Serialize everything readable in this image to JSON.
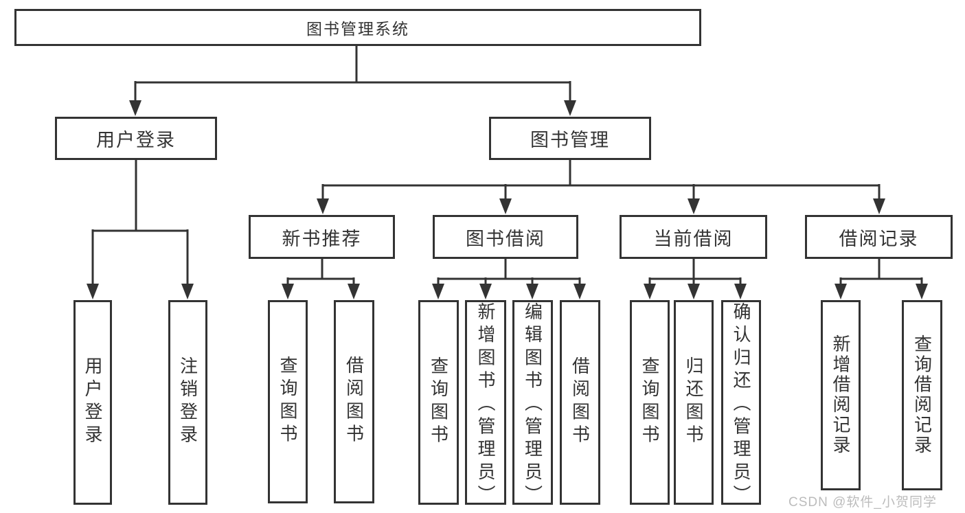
{
  "tree": {
    "root": {
      "label": "图书管理系统"
    },
    "level2": [
      {
        "label": "用户登录",
        "children": [
          {
            "label": "用户登录"
          },
          {
            "label": "注销登录"
          }
        ]
      },
      {
        "label": "图书管理",
        "children": [
          {
            "label": "新书推荐",
            "children": [
              {
                "label": "查询图书"
              },
              {
                "label": "借阅图书"
              }
            ]
          },
          {
            "label": "图书借阅",
            "children": [
              {
                "label": "查询图书"
              },
              {
                "label": "新增图书（管理员）"
              },
              {
                "label": "编辑图书（管理员）"
              },
              {
                "label": "借阅图书"
              }
            ]
          },
          {
            "label": "当前借阅",
            "children": [
              {
                "label": "查询图书"
              },
              {
                "label": "归还图书"
              },
              {
                "label": "确认归还（管理员）"
              }
            ]
          },
          {
            "label": "借阅记录",
            "children": [
              {
                "label": "新增借阅记录"
              },
              {
                "label": "查询借阅记录"
              }
            ]
          }
        ]
      }
    ]
  },
  "watermark": {
    "text": "CSDN @软件_小贺同学"
  },
  "colors": {
    "line": "#333333",
    "text": "#333333",
    "box_background": "#ffffff",
    "watermark": "#bcbcbc",
    "page_background": "#ffffff"
  }
}
